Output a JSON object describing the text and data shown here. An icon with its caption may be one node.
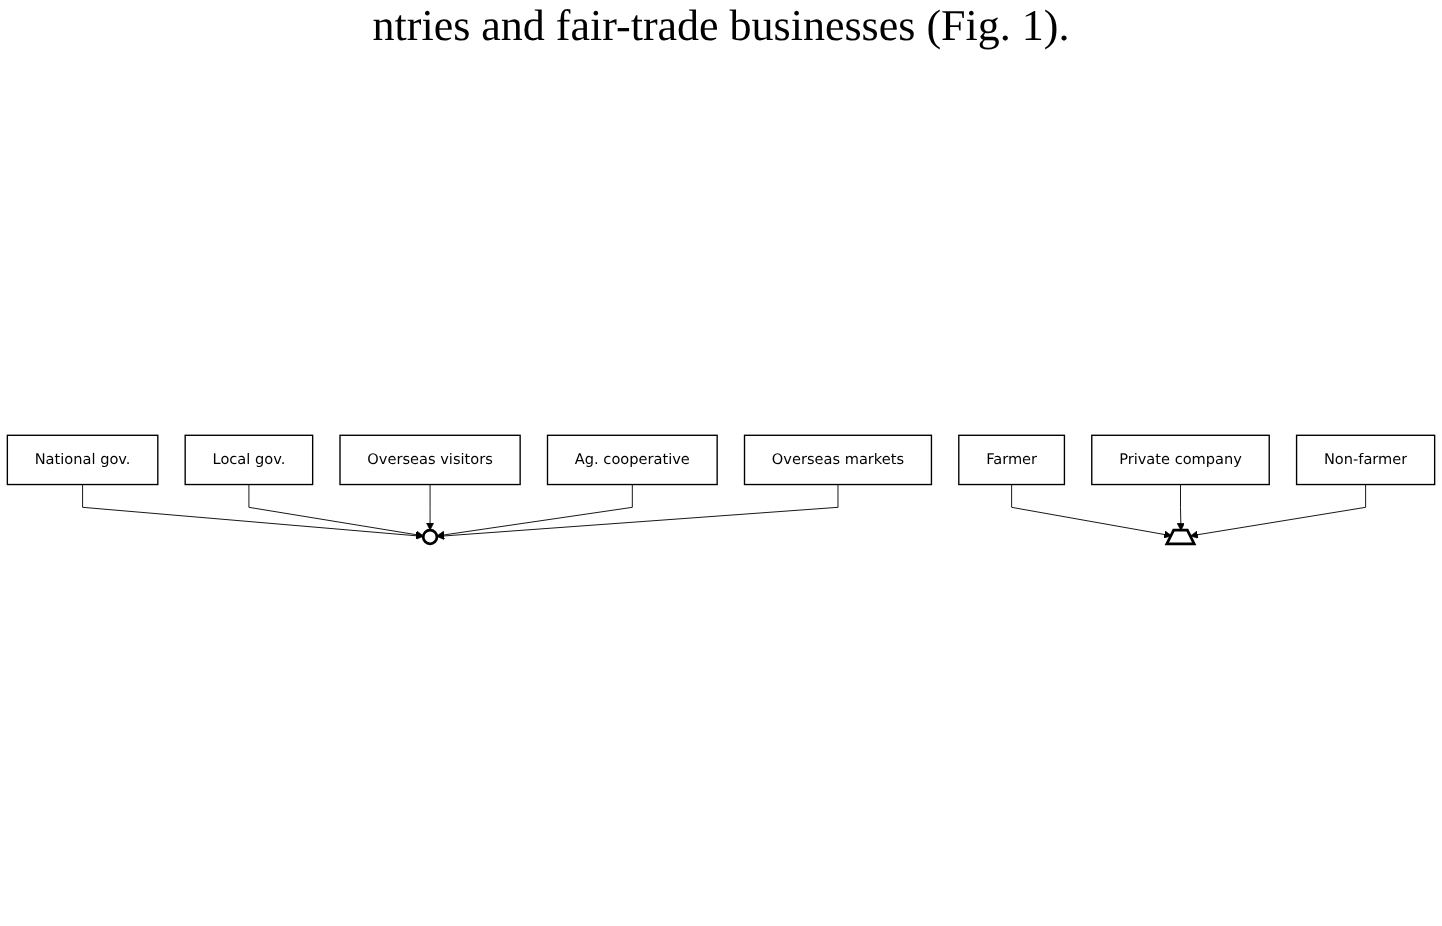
{
  "diagram": {
    "nodes": [
      {
        "text": [
          "National gov."
        ]
      },
      {
        "text": [
          "Local gov."
        ]
      },
      {
        "text": [
          "Overseas visitors"
        ]
      },
      {
        "text": [],
        "shape": "circle"
      },
      {
        "text": [
          "Ag. cooperative"
        ]
      },
      {
        "text": [
          "Overseas markets"
        ]
      },
      {
        "text": [],
        "shape": "trapezoid"
      },
      {
        "text": [
          "Farmer"
        ]
      },
      {
        "text": [
          "Private company"
        ]
      },
      {
        "text": [
          "Non-farmer"
        ]
      }
    ],
    "edges": [
      {
        "from": 0,
        "to": 3,
        "arrow": "to"
      },
      {
        "from": 1,
        "to": 3,
        "arrow": "to"
      },
      {
        "from": 2,
        "to": 3,
        "arrow": "to"
      },
      {
        "from": 4,
        "to": 3,
        "arrow": "to"
      },
      {
        "from": 5,
        "to": 3,
        "arrow": "to"
      },
      {
        "from": 7,
        "to": 6,
        "arrow": "to"
      },
      {
        "from": 8,
        "to": 6,
        "arrow": "to"
      },
      {
        "from": 9,
        "to": 6,
        "arrow": "to"
      }
    ],
    "labels": [
      "ntries and fair-trade businesses (Fig. 1)."
    ]
  }
}
